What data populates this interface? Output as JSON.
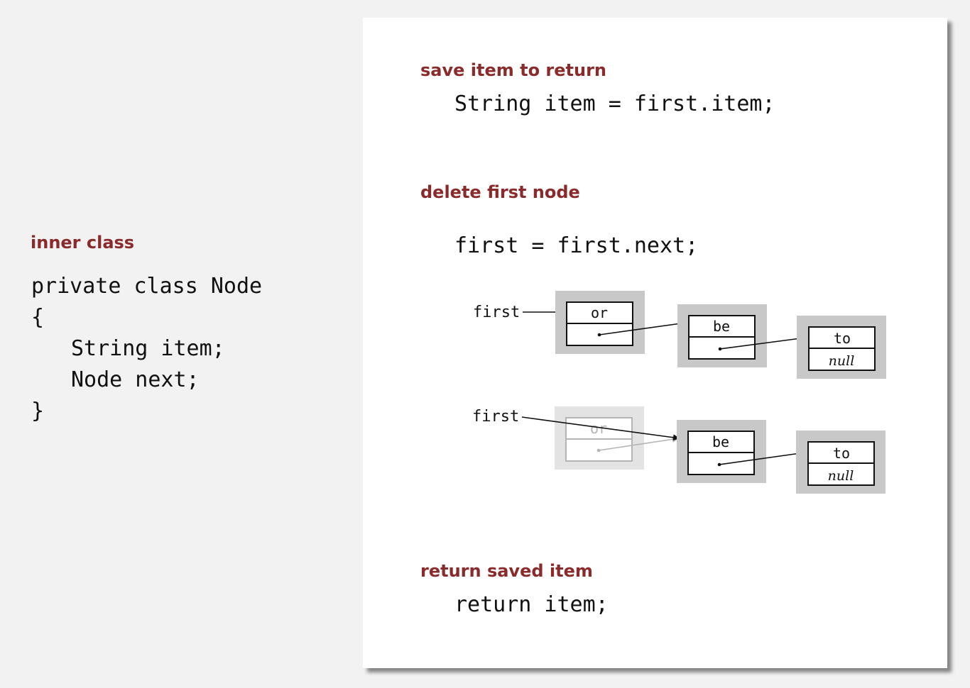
{
  "left": {
    "heading": "inner class",
    "code_lines": [
      "private class Node",
      "{",
      "String item;",
      "Node next;",
      "}"
    ]
  },
  "steps": [
    {
      "heading": "save item to return",
      "code": "String item = first.item;"
    },
    {
      "heading": "delete first node",
      "code": "first = first.next;"
    },
    {
      "heading": "return saved item",
      "code": "return item;"
    }
  ],
  "diagram": {
    "pointer_label": "first",
    "before": [
      {
        "item": "or",
        "next": ""
      },
      {
        "item": "be",
        "next": ""
      },
      {
        "item": "to",
        "next": "null"
      }
    ],
    "after": [
      {
        "item": "or",
        "next": "",
        "removed": true
      },
      {
        "item": "be",
        "next": ""
      },
      {
        "item": "to",
        "next": "null"
      }
    ],
    "colors": {
      "heading": "#8b2a2a",
      "node_bg": "#c8c8c8",
      "faded": "#b4b4b4"
    }
  }
}
